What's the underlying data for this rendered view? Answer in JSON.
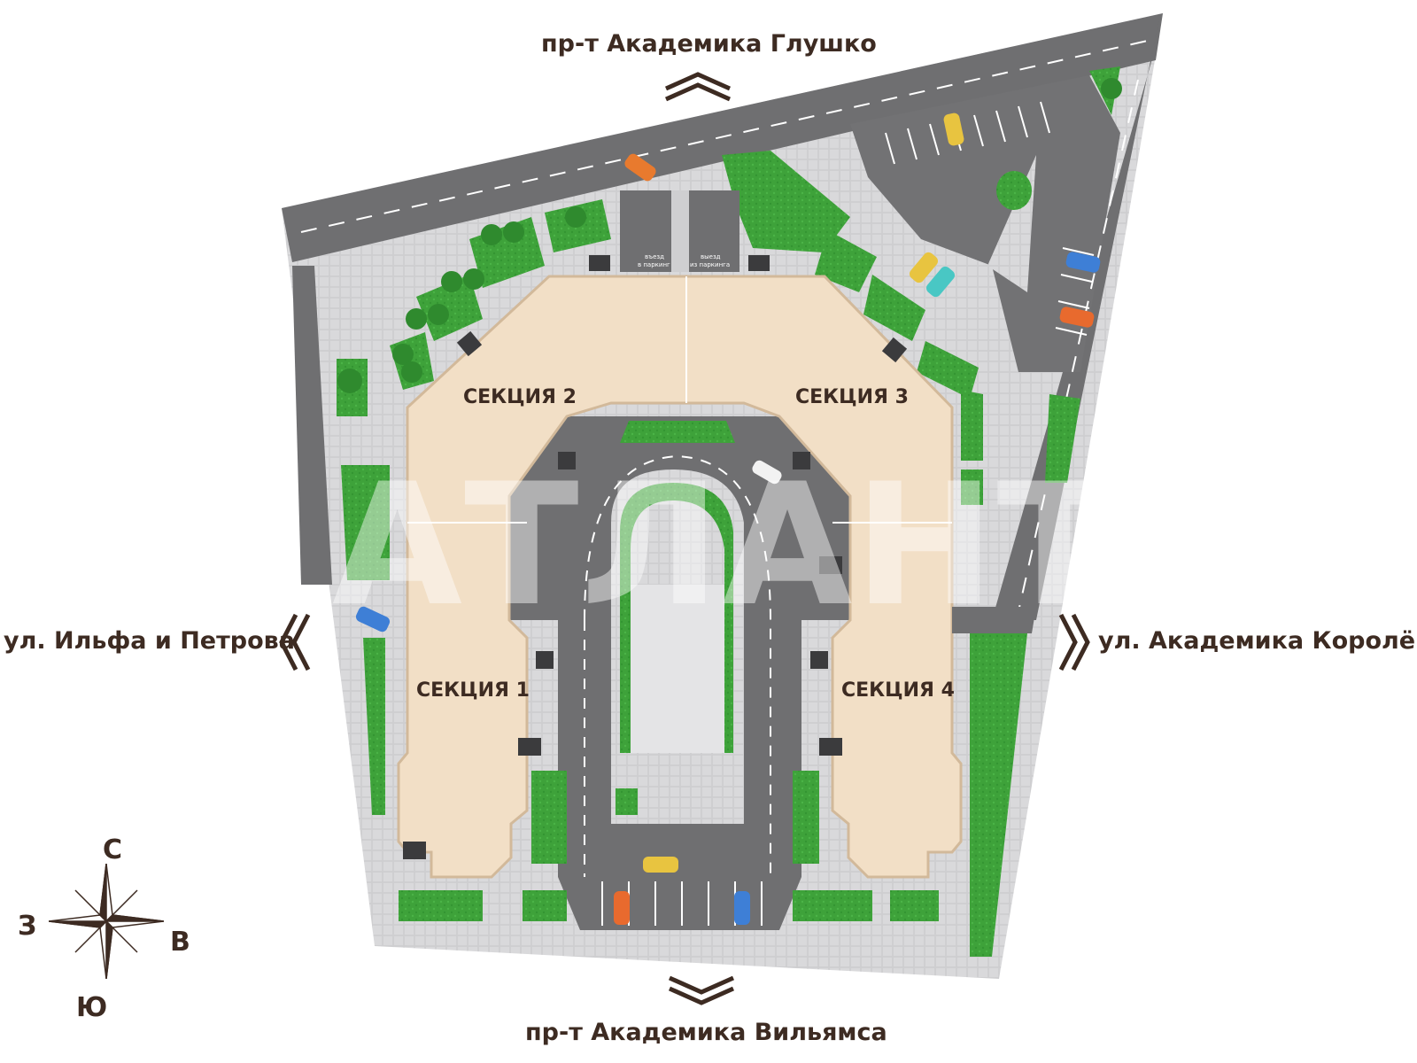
{
  "streets": {
    "north": "пр-т Академика Глушко",
    "south": "пр-т Академика Вильямса",
    "west": "ул. Ильфа и Петрова",
    "east": "ул. Академика Королёва"
  },
  "sections": {
    "s1": "СЕКЦИЯ 1",
    "s2": "СЕКЦИЯ 2",
    "s3": "СЕКЦИЯ 3",
    "s4": "СЕКЦИЯ 4"
  },
  "parking": {
    "entry_line1": "въезд",
    "entry_line2": "в паркинг",
    "exit_line1": "выезд",
    "exit_line2": "из паркинга"
  },
  "compass": {
    "north": "С",
    "south": "Ю",
    "west": "З",
    "east": "В"
  },
  "watermark": "АТЛАНТА",
  "colors": {
    "road": "#6e6e70",
    "sidewalk": "#c9c9cb",
    "grass": "#3fa33c",
    "building": "#f2dfc6",
    "text": "#3d2b22"
  }
}
